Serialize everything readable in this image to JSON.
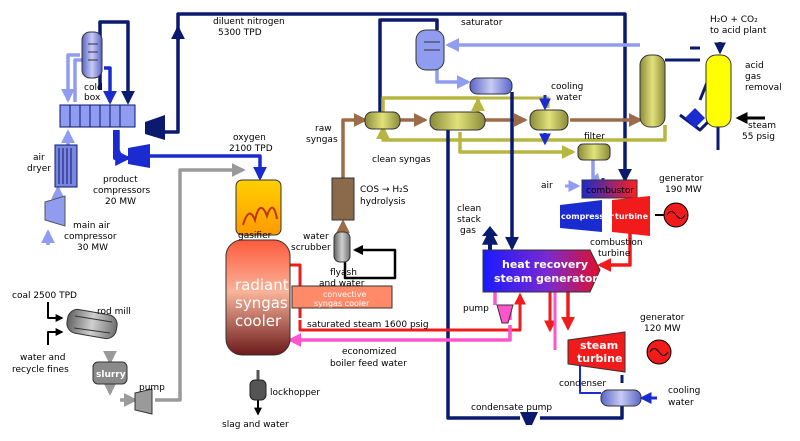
{
  "labels": {
    "diluent_nitrogen": [
      "diluent nitrogen",
      "5300 TPD"
    ],
    "saturator": "saturator",
    "h2o_co2": "H₂O + CO₂",
    "to_acid_plant": "to acid plant",
    "acid_gas_removal": [
      "acid",
      "gas",
      "removal"
    ],
    "steam_55": [
      "steam",
      "55 psig"
    ],
    "cold_box": [
      "cold",
      "box"
    ],
    "air_dryer": [
      "air",
      "dryer"
    ],
    "main_air_compressor": [
      "main air",
      "compressor",
      "30 MW"
    ],
    "product_compressors": [
      "product",
      "compressors",
      "20 MW"
    ],
    "oxygen": [
      "oxygen",
      "2100 TPD"
    ],
    "raw_syngas": [
      "raw",
      "syngas"
    ],
    "clean_syngas": "clean syngas",
    "cooling_water_top": [
      "cooling",
      "water"
    ],
    "filter": "filter",
    "air": "air",
    "combustor": "combustor",
    "compressor": "compressor",
    "turbine": "turbine",
    "combustion_turbine": [
      "combustion",
      "turbine"
    ],
    "generator_190": [
      "generator",
      "190 MW"
    ],
    "cos_hydrolysis": [
      "COS → H₂S",
      "hydrolysis"
    ],
    "water_scrubber": [
      "water",
      "scrubber"
    ],
    "gasifier": "gasifier",
    "flyash_and_water": [
      "flyash",
      "and water"
    ],
    "convective_cooler": [
      "convective",
      "syngas cooler"
    ],
    "radiant_cooler": [
      "radiant",
      "syngas",
      "cooler"
    ],
    "clean_stack_gas": [
      "clean",
      "stack",
      "gas"
    ],
    "hrsg": [
      "heat recovery",
      "steam generator"
    ],
    "coal": "coal 2500 TPD",
    "rod_mill": "rod mill",
    "water_recycle": [
      "water and",
      "recycle fines"
    ],
    "slurry": "slurry",
    "pump": "pump",
    "saturated_steam": "saturated steam 1600 psig",
    "economized": [
      "economized",
      "boiler feed water"
    ],
    "pump_hrsg": "pump",
    "generator_120": [
      "generator",
      "120 MW"
    ],
    "steam_turbine": [
      "steam",
      "turbine"
    ],
    "condenser": "condenser",
    "cooling_water_bottom": [
      "cooling",
      "water"
    ],
    "condensate_pump": "condensate pump",
    "lockhopper": "lockhopper",
    "slag_and_water": "slag and water"
  },
  "colors": {
    "nitrogen": "#0a1a6e",
    "oxygen_air": "#1a2bd0",
    "air_light": "#8f9cf0",
    "syngas_raw": "#9b6c4a",
    "syngas_clean": "#b6b640",
    "steam_red": "#f21b1b",
    "feedwater": "#ff55cc",
    "slurry_gray": "#9a9a9a",
    "acid_yellow": "#ffff00"
  }
}
